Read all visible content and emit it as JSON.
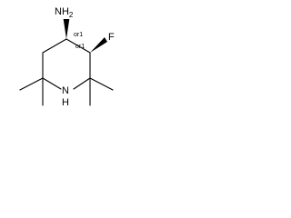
{
  "molecule": {
    "atoms": {
      "amine": "NH2",
      "fluorine": "F",
      "ring_nitrogen": "N",
      "ring_nh_hydrogen": "H"
    },
    "stereo_labels": {
      "c4": "or1",
      "c3": "or1"
    },
    "colors": {
      "ink": "#000000",
      "background": "#ffffff"
    }
  }
}
